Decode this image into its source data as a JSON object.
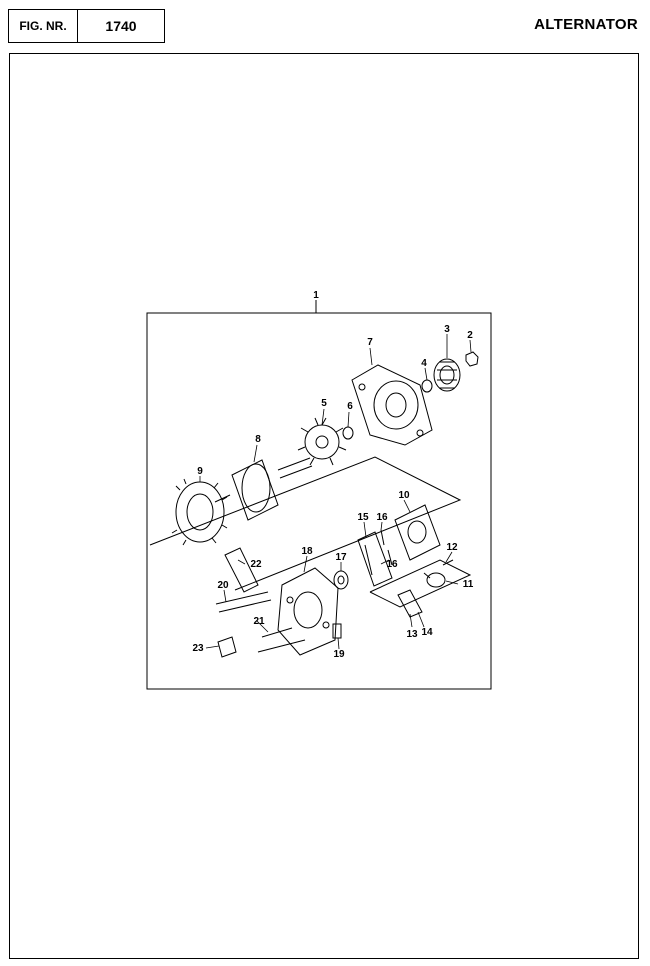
{
  "header": {
    "fig_label": "FIG. NR.",
    "fig_number": "1740",
    "title": "ALTERNATOR"
  },
  "callouts": [
    "1",
    "2",
    "3",
    "4",
    "5",
    "6",
    "7",
    "8",
    "9",
    "10",
    "11",
    "12",
    "13",
    "14",
    "15",
    "16",
    "16",
    "17",
    "18",
    "19",
    "20",
    "21",
    "22",
    "23"
  ]
}
